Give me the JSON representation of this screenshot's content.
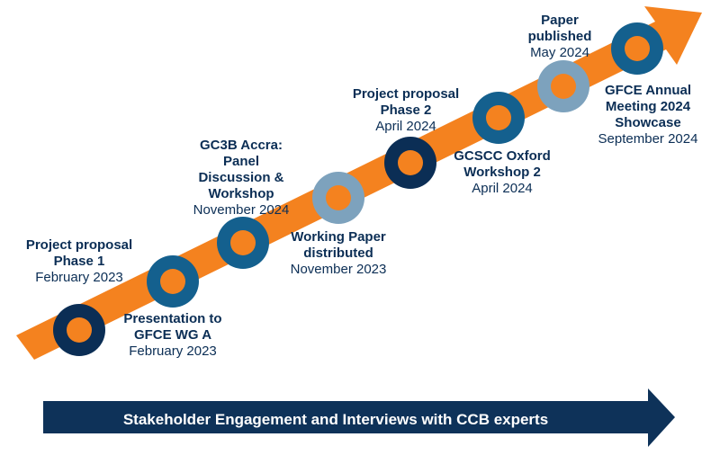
{
  "colors": {
    "arrow": "#f4821f",
    "navy": "#0b2e55",
    "blue": "#14608e",
    "grey_blue": "#7da2bd",
    "banner": "#0e3259",
    "center": "#f4821f",
    "text": "#0b2e55"
  },
  "milestones": [
    {
      "title": "Project proposal\nPhase 1",
      "date": "February 2023",
      "ring": "navy"
    },
    {
      "title": "Presentation to\nGFCE WG A",
      "date": "February 2023",
      "ring": "blue"
    },
    {
      "title": "GC3B Accra:\nPanel\nDiscussion &\nWorkshop",
      "date": "November 2024",
      "ring": "blue"
    },
    {
      "title": "Working Paper\ndistributed",
      "date": "November 2023",
      "ring": "grey_blue"
    },
    {
      "title": "Project proposal\nPhase 2",
      "date": "April 2024",
      "ring": "navy"
    },
    {
      "title": "GCSCC Oxford\nWorkshop 2",
      "date": "April 2024",
      "ring": "blue"
    },
    {
      "title": "Paper\npublished",
      "date": "May 2024",
      "ring": "grey_blue"
    },
    {
      "title": "GFCE Annual\nMeeting 2024\nShowcase",
      "date": "September 2024",
      "ring": "blue"
    }
  ],
  "banner": {
    "text": "Stakeholder Engagement and Interviews with CCB experts"
  }
}
